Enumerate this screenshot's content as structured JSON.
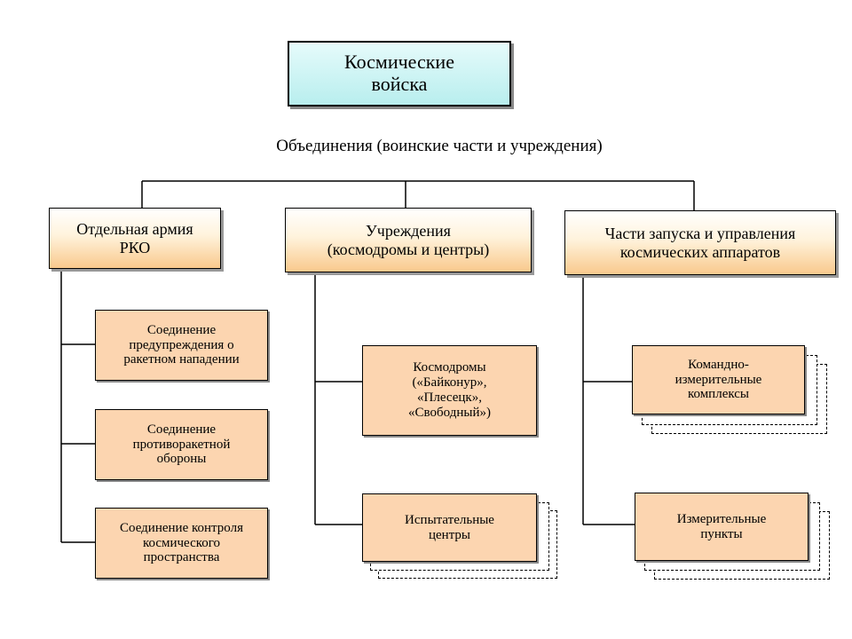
{
  "diagram": {
    "root": {
      "label": "Космические\nвойска"
    },
    "subtitle": "Объединения (воинские части и учреждения)",
    "branches": [
      {
        "label": "Отдельная армия\nРКО",
        "children": [
          {
            "label": "Соединение\nпредупреждения о\nракетном нападении"
          },
          {
            "label": "Соединение\nпротиворакетной\nобороны"
          },
          {
            "label": "Соединение контроля\nкосмического\nпространства"
          }
        ]
      },
      {
        "label": "Учреждения\n(космодромы и центры)",
        "children": [
          {
            "label": "Космодромы\n(«Байконур»,\n«Плесецк»,\n«Свободный»)"
          },
          {
            "label": "Испытательные\nцентры"
          }
        ]
      },
      {
        "label": "Части запуска и управления\nкосмических аппаратов",
        "children": [
          {
            "label": "Командно-\nизмерительные\nкомплексы"
          },
          {
            "label": "Измерительные\nпункты"
          }
        ]
      }
    ]
  }
}
